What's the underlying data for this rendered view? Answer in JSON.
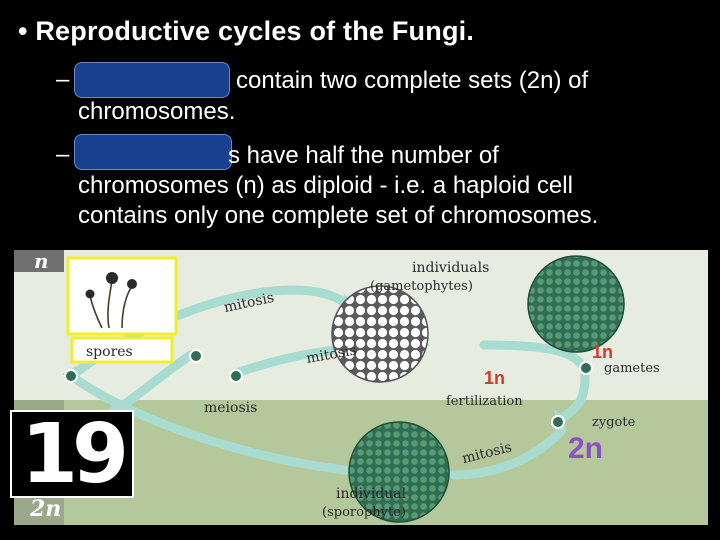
{
  "slide": {
    "title": "• Reproductive cycles of the Fungi.",
    "bullets": [
      {
        "dash": "–",
        "line1": "contain two complete sets (2n) of",
        "line2": "chromosomes."
      },
      {
        "dash": "–",
        "line1": "s have half the number of",
        "line2": "chromosomes (n) as diploid - i.e. a haploid cell",
        "line3": "contains only one complete set of chromosomes."
      }
    ]
  },
  "diagram": {
    "corner_n": "n",
    "corner_2n": "2n",
    "spores": "spores",
    "individuals_line1": "individuals",
    "individuals_line2": "(gametophytes)",
    "mitosis": "mitosis",
    "meiosis": "meiosis",
    "fertilization": "fertilization",
    "gametes": "gametes",
    "zygote": "zygote",
    "individual_line1": "individual",
    "individual_line2": "(sporophyte)",
    "label_1n_a": "1n",
    "label_1n_b": "1n",
    "label_2n": "2n",
    "colors": {
      "haploid_bg": "#e6ece0",
      "diploid_bg": "#b4c89c",
      "arrow": "#a9dcd0",
      "cell_green": "#2f6e54",
      "label_1n": "#d23a2a",
      "label_2n": "#8a52c4",
      "highlight": "#f2ee2a"
    }
  },
  "side_number": "19"
}
